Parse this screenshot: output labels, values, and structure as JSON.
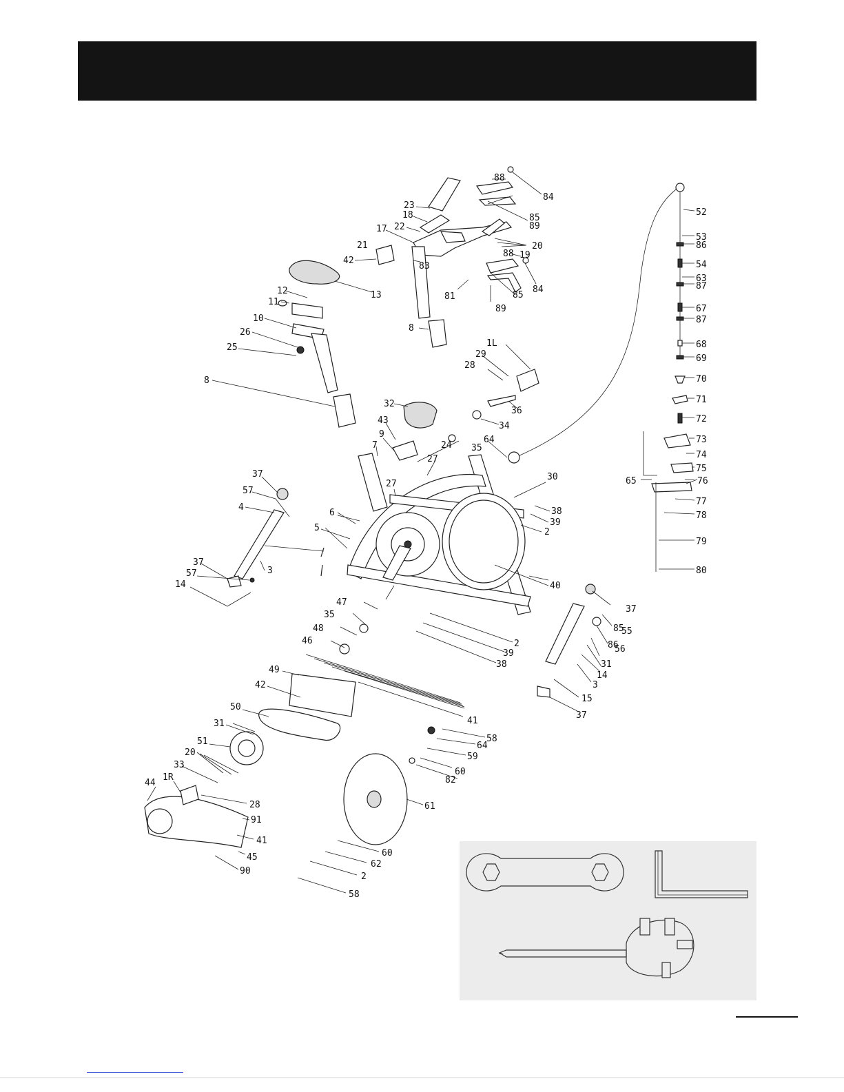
{
  "colors": {
    "header": "#141414",
    "tools_panel": "#ececec",
    "ink": "#111111",
    "link": "#3a53d6"
  },
  "callouts": [
    {
      "id": "c84a",
      "text": "84"
    },
    {
      "id": "c88a",
      "text": "88"
    },
    {
      "id": "c85a",
      "text": "85"
    },
    {
      "id": "c89a",
      "text": "89"
    },
    {
      "id": "c23",
      "text": "23"
    },
    {
      "id": "c18",
      "text": "18"
    },
    {
      "id": "c22",
      "text": "22"
    },
    {
      "id": "c17",
      "text": "17"
    },
    {
      "id": "c21",
      "text": "21"
    },
    {
      "id": "c42a",
      "text": "42"
    },
    {
      "id": "c83",
      "text": "83"
    },
    {
      "id": "c20a",
      "text": "20"
    },
    {
      "id": "c88b",
      "text": "88"
    },
    {
      "id": "c19",
      "text": "19"
    },
    {
      "id": "c84b",
      "text": "84"
    },
    {
      "id": "c85b",
      "text": "85"
    },
    {
      "id": "c81",
      "text": "81"
    },
    {
      "id": "c89b",
      "text": "89"
    },
    {
      "id": "c13",
      "text": "13"
    },
    {
      "id": "c12",
      "text": "12"
    },
    {
      "id": "c11",
      "text": "11"
    },
    {
      "id": "c10",
      "text": "10"
    },
    {
      "id": "c26",
      "text": "26"
    },
    {
      "id": "c25",
      "text": "25"
    },
    {
      "id": "c8a",
      "text": "8"
    },
    {
      "id": "c8b",
      "text": "8"
    },
    {
      "id": "c1L",
      "text": "1L"
    },
    {
      "id": "c29",
      "text": "29"
    },
    {
      "id": "c28a",
      "text": "28"
    },
    {
      "id": "c36",
      "text": "36"
    },
    {
      "id": "c32",
      "text": "32"
    },
    {
      "id": "c34",
      "text": "34"
    },
    {
      "id": "c43",
      "text": "43"
    },
    {
      "id": "c9",
      "text": "9"
    },
    {
      "id": "c7",
      "text": "7"
    },
    {
      "id": "c24",
      "text": "24"
    },
    {
      "id": "c35a",
      "text": "35"
    },
    {
      "id": "c64a",
      "text": "64"
    },
    {
      "id": "c27a",
      "text": "27"
    },
    {
      "id": "c27b",
      "text": "27"
    },
    {
      "id": "c30",
      "text": "30"
    },
    {
      "id": "c38a",
      "text": "38"
    },
    {
      "id": "c39a",
      "text": "39"
    },
    {
      "id": "c2a",
      "text": "2"
    },
    {
      "id": "c37a",
      "text": "37"
    },
    {
      "id": "c57a",
      "text": "57"
    },
    {
      "id": "c4",
      "text": "4"
    },
    {
      "id": "c6",
      "text": "6"
    },
    {
      "id": "c5",
      "text": "5"
    },
    {
      "id": "c3a",
      "text": "3"
    },
    {
      "id": "c37b",
      "text": "37"
    },
    {
      "id": "c57b",
      "text": "57"
    },
    {
      "id": "c14a",
      "text": "14"
    },
    {
      "id": "c40",
      "text": "40"
    },
    {
      "id": "c47",
      "text": "47"
    },
    {
      "id": "c35b",
      "text": "35"
    },
    {
      "id": "c48",
      "text": "48"
    },
    {
      "id": "c46",
      "text": "46"
    },
    {
      "id": "c2b",
      "text": "2"
    },
    {
      "id": "c39b",
      "text": "39"
    },
    {
      "id": "c38b",
      "text": "38"
    },
    {
      "id": "c37c",
      "text": "37"
    },
    {
      "id": "c85c",
      "text": "85"
    },
    {
      "id": "c55",
      "text": "55"
    },
    {
      "id": "c86a",
      "text": "86"
    },
    {
      "id": "c56",
      "text": "56"
    },
    {
      "id": "c31a",
      "text": "31"
    },
    {
      "id": "c14b",
      "text": "14"
    },
    {
      "id": "c3b",
      "text": "3"
    },
    {
      "id": "c15",
      "text": "15"
    },
    {
      "id": "c37d",
      "text": "37"
    },
    {
      "id": "c49",
      "text": "49"
    },
    {
      "id": "c42b",
      "text": "42"
    },
    {
      "id": "c41a",
      "text": "41"
    },
    {
      "id": "c50",
      "text": "50"
    },
    {
      "id": "c31b",
      "text": "31"
    },
    {
      "id": "c51",
      "text": "51"
    },
    {
      "id": "c20b",
      "text": "20"
    },
    {
      "id": "c33",
      "text": "33"
    },
    {
      "id": "c44",
      "text": "44"
    },
    {
      "id": "c1R",
      "text": "1R"
    },
    {
      "id": "c28b",
      "text": "28"
    },
    {
      "id": "c91",
      "text": "91"
    },
    {
      "id": "c41b",
      "text": "41"
    },
    {
      "id": "c45",
      "text": "45"
    },
    {
      "id": "c90",
      "text": "90"
    },
    {
      "id": "c58a",
      "text": "58"
    },
    {
      "id": "c64b",
      "text": "64"
    },
    {
      "id": "c59",
      "text": "59"
    },
    {
      "id": "c60a",
      "text": "60"
    },
    {
      "id": "c82",
      "text": "82"
    },
    {
      "id": "c61",
      "text": "61"
    },
    {
      "id": "c60b",
      "text": "60"
    },
    {
      "id": "c62",
      "text": "62"
    },
    {
      "id": "c2c",
      "text": "2"
    },
    {
      "id": "c58b",
      "text": "58"
    },
    {
      "id": "c52",
      "text": "52"
    },
    {
      "id": "c53",
      "text": "53"
    },
    {
      "id": "c86b",
      "text": "86"
    },
    {
      "id": "c54",
      "text": "54"
    },
    {
      "id": "c63",
      "text": "63"
    },
    {
      "id": "c87a",
      "text": "87"
    },
    {
      "id": "c67",
      "text": "67"
    },
    {
      "id": "c87b",
      "text": "87"
    },
    {
      "id": "c68",
      "text": "68"
    },
    {
      "id": "c69",
      "text": "69"
    },
    {
      "id": "c70",
      "text": "70"
    },
    {
      "id": "c71",
      "text": "71"
    },
    {
      "id": "c72",
      "text": "72"
    },
    {
      "id": "c73",
      "text": "73"
    },
    {
      "id": "c74",
      "text": "74"
    },
    {
      "id": "c75",
      "text": "75"
    },
    {
      "id": "c65",
      "text": "65"
    },
    {
      "id": "c76",
      "text": "76"
    },
    {
      "id": "c77",
      "text": "77"
    },
    {
      "id": "c78",
      "text": "78"
    },
    {
      "id": "c79",
      "text": "79"
    },
    {
      "id": "c80",
      "text": "80"
    }
  ],
  "tools": [
    {
      "name": "double-open-wrench"
    },
    {
      "name": "allen-key"
    },
    {
      "name": "screwdriver-multi-wrench"
    }
  ]
}
